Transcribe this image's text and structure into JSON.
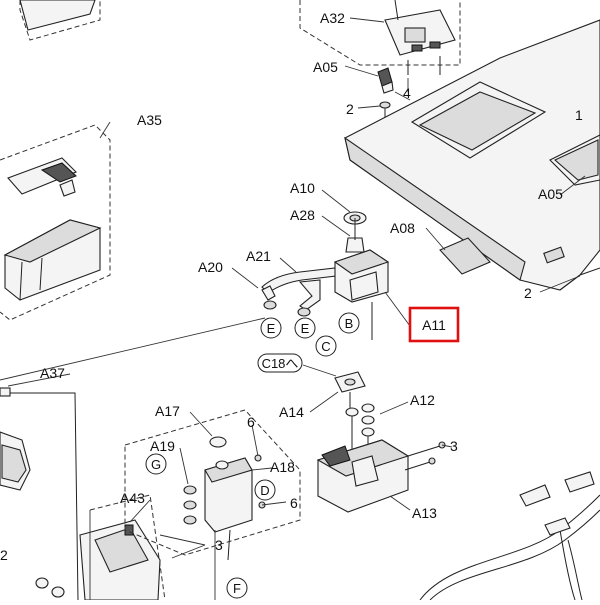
{
  "labels": {
    "A32": "A32",
    "A05_top": "A05",
    "n4": "4",
    "n2_top": "2",
    "n1": "1",
    "A35": "A35",
    "A05_right": "A05",
    "A10": "A10",
    "A28": "A28",
    "A08": "A08",
    "A21": "A21",
    "A20": "A20",
    "n2_right": "2",
    "A11": "A11",
    "A37": "A37",
    "C18": "C18へ",
    "A17": "A17",
    "A14": "A14",
    "A12": "A12",
    "n6_a": "6",
    "n3_a": "3",
    "A19": "A19",
    "A18": "A18",
    "A43": "A43",
    "n6_b": "6",
    "A13": "A13",
    "n3_b": "3",
    "n2_left": "2"
  },
  "circled": {
    "E1": "E",
    "E2": "E",
    "B": "B",
    "C": "C",
    "G": "G",
    "D": "D",
    "F": "F"
  },
  "highlight": {
    "label": "A11",
    "color": "#e01010"
  }
}
